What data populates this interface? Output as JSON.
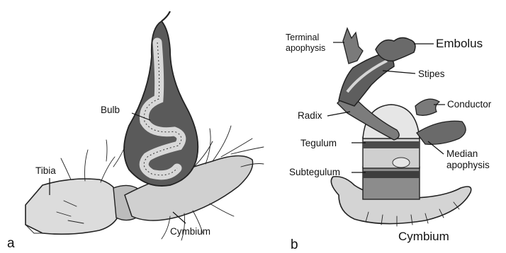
{
  "panel_a": {
    "letter": "a",
    "labels": {
      "bulb": "Bulb",
      "tibia": "Tibia",
      "cymbium": "Cymbium"
    }
  },
  "panel_b": {
    "letter": "b",
    "labels": {
      "terminal_apophysis_line1": "Terminal",
      "terminal_apophysis_line2": "apophysis",
      "embolus": "Embolus",
      "stipes": "Stipes",
      "conductor": "Conductor",
      "radix": "Radix",
      "tegulum": "Tegulum",
      "median_apophysis_line1": "Median",
      "median_apophysis_line2": "apophysis",
      "subtegulum": "Subtegulum",
      "cymbium": "Cymbium"
    }
  },
  "colors": {
    "dark_fill": "#5a5a5a",
    "mid_fill": "#8c8c8c",
    "light_fill": "#cfcfcf",
    "pale_fill": "#e6e6e6"
  }
}
